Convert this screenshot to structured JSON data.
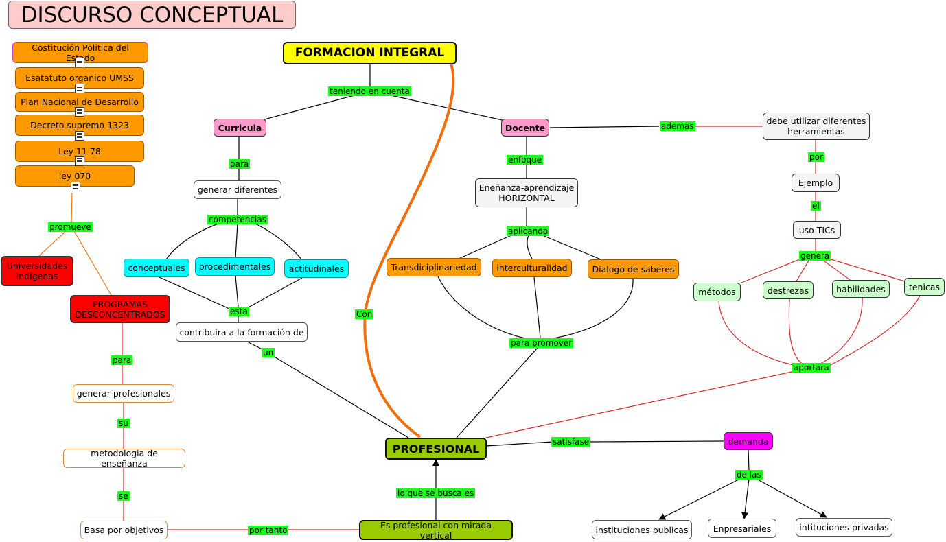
{
  "title": "DISCURSO CONCEPTUAL",
  "concepts": {
    "formacion": "FORMACION INTEGRAL",
    "curricula": "Curricula",
    "docente": "Docente",
    "herramientas": "debe utilizar diferentes herramientas",
    "generar_dif": "generar diferentes",
    "ensenanza": "Eneñanza-aprendizaje HORIZONTAL",
    "ejemplo": "Ejemplo",
    "uso_tics": "uso TICs",
    "conceptuales": "conceptuales",
    "procedimentales": "procedimentales",
    "actitudinales": "actitudinales",
    "transdisc": "Transdiciplinariedad",
    "intercult": "interculturalidad",
    "dialogo": "Dialogo de saberes",
    "metodos": "métodos",
    "destrezas": "destrezas",
    "habilidades": "habilidades",
    "tenicas": "tenicas",
    "contribuira": "contribuira a la formación de",
    "profesional": "PROFESIONAL",
    "demanda": "demanda",
    "inst_publicas": "instituciones publicas",
    "empresariales": "Enpresariales",
    "inst_privadas": "intituciones privadas",
    "mirada": "Es profesional con mirada vertical",
    "universidades": "Universidades Indigenas",
    "programas": "PROGRAMAS DESCONCENTRADOS",
    "gen_prof": "generar profesionales",
    "metodologia": "metodologia de enseñanza",
    "basa": "Basa por objetivos"
  },
  "sources": [
    "Costitución Politica del Estado",
    "Esatatuto organico UMSS",
    "Plan Nacional de Desarrollo",
    "Decreto supremo 1323",
    "Ley 11 78",
    "ley 070"
  ],
  "links": {
    "teniendo": "teniendo en cuenta",
    "para1": "para",
    "enfoque": "enfoque",
    "ademas": "ademas",
    "por": "por",
    "el": "el",
    "competencias": "competencias",
    "aplicando": "aplicando",
    "genera": "genera",
    "esta": "esta",
    "un": "un",
    "para_promover": "para promover",
    "con": "Con",
    "aportara": "aportara",
    "satisfase": "satisfase",
    "de_las": "de las",
    "lo_que": "lo que se busca es",
    "por_tanto": "por tanto",
    "promueve": "promueve",
    "para2": "para",
    "su": "su",
    "se": "se"
  },
  "colors": {
    "link_black": "#000000",
    "link_red": "#d42a2a",
    "link_orange": "#f07a1a",
    "highlight_orange": "#f26d0c",
    "label_green": "#19ff19"
  }
}
